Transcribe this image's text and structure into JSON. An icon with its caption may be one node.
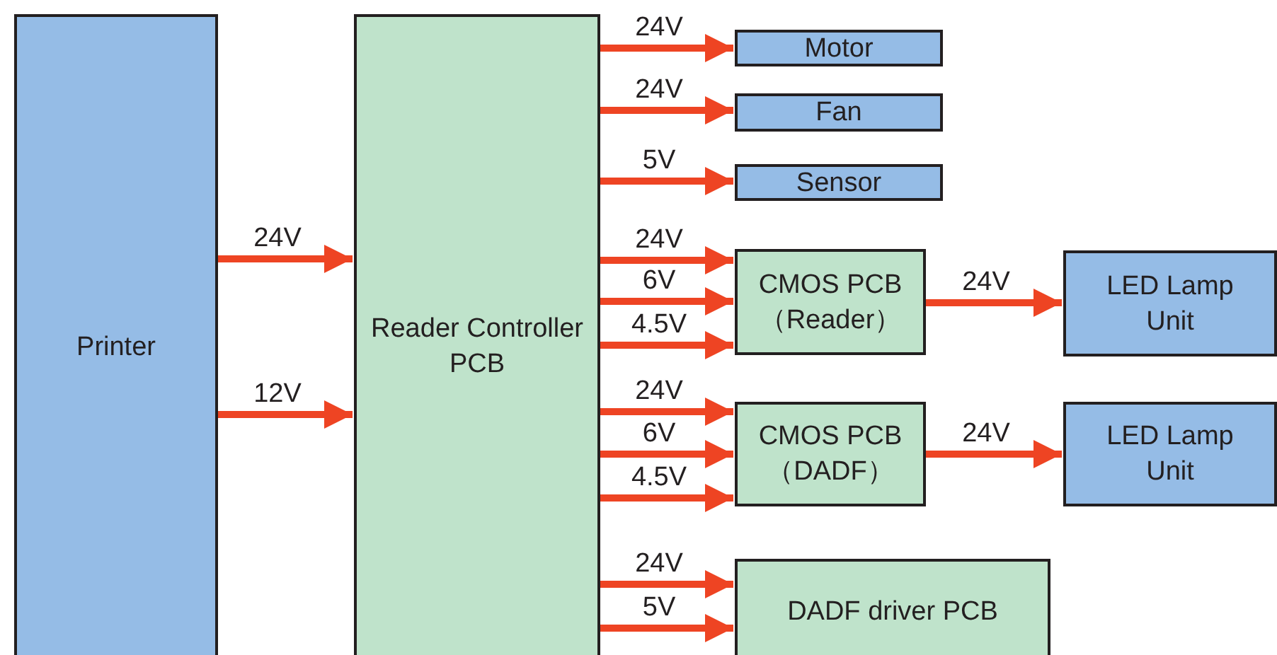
{
  "diagram": {
    "nodes": [
      {
        "text": [
          "Printer"
        ]
      },
      {
        "text": [
          "Reader Controller PCB"
        ]
      },
      {
        "text": [
          "Motor"
        ]
      },
      {
        "text": [
          "Fan"
        ]
      },
      {
        "text": [
          "Sensor"
        ]
      },
      {
        "text": [
          "CMOS PCB （Reader）"
        ]
      },
      {
        "text": [
          "CMOS PCB （DADF）"
        ]
      },
      {
        "text": [
          "DADF driver PCB"
        ]
      },
      {
        "text": [
          "LED Lamp Unit"
        ]
      },
      {
        "text": [
          "LED Lamp Unit"
        ]
      }
    ],
    "edges": [
      {
        "from": 0,
        "to": 1,
        "arrow": "to",
        "label": "24V"
      },
      {
        "from": 0,
        "to": 1,
        "arrow": "to",
        "label": "12V"
      },
      {
        "from": 1,
        "to": 2,
        "arrow": "to",
        "label": "24V"
      },
      {
        "from": 1,
        "to": 3,
        "arrow": "to",
        "label": "24V"
      },
      {
        "from": 1,
        "to": 4,
        "arrow": "to",
        "label": "5V"
      },
      {
        "from": 1,
        "to": 5,
        "arrow": "to",
        "label": "24V"
      },
      {
        "from": 1,
        "to": 5,
        "arrow": "to",
        "label": "6V"
      },
      {
        "from": 1,
        "to": 5,
        "arrow": "to",
        "label": "4.5V"
      },
      {
        "from": 1,
        "to": 6,
        "arrow": "to",
        "label": "24V"
      },
      {
        "from": 1,
        "to": 6,
        "arrow": "to",
        "label": "6V"
      },
      {
        "from": 1,
        "to": 6,
        "arrow": "to",
        "label": "4.5V"
      },
      {
        "from": 1,
        "to": 7,
        "arrow": "to",
        "label": "24V"
      },
      {
        "from": 1,
        "to": 7,
        "arrow": "to",
        "label": "5V"
      },
      {
        "from": 5,
        "to": 8,
        "arrow": "to",
        "label": "24V"
      },
      {
        "from": 6,
        "to": 9,
        "arrow": "to",
        "label": "24V"
      }
    ]
  }
}
